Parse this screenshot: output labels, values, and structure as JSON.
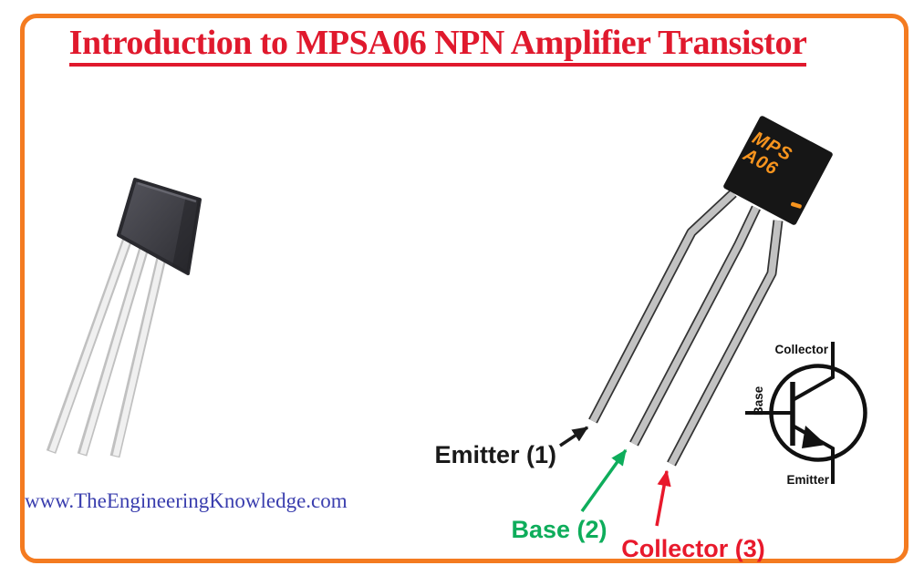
{
  "title": {
    "text": "Introduction to MPSA06 NPN Amplifier Transistor",
    "color": "#E0192D"
  },
  "website": {
    "text": "www.TheEngineeringKnowledge.com",
    "color": "#3A3EAE"
  },
  "frame": {
    "border_color": "#F47B20"
  },
  "photo": {
    "description": "to92-transistor-photo",
    "body_color": "#3A3A41",
    "lead_color": "#EDEDED"
  },
  "chip": {
    "line1": "MPS",
    "line2": "A06",
    "marking_color": "#F7941E",
    "body_color": "#161616",
    "lead_color": "#C2C2C2"
  },
  "pin_labels": {
    "emitter": {
      "text": "Emitter (1)",
      "color": "#1A1A1A"
    },
    "base": {
      "text": "Base (2)",
      "color": "#0EAD5B"
    },
    "collector": {
      "text": "Collector (3)",
      "color": "#E8192C"
    }
  },
  "symbol": {
    "collector_label": "Collector",
    "base_label": "Base",
    "emitter_label": "Emitter",
    "stroke_color": "#111111"
  }
}
